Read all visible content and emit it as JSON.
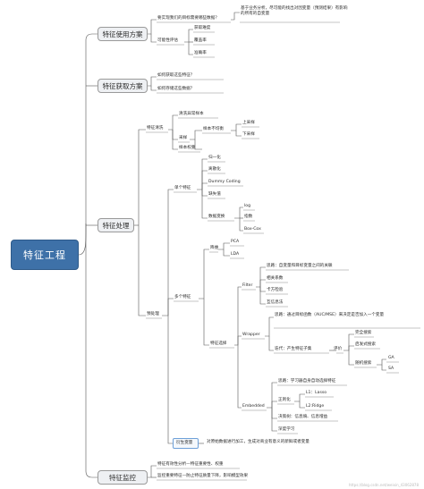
{
  "root": "特征工程",
  "branches": {
    "usage": {
      "label": "特征使用方案",
      "q1": "要实现我们的目标需要哪些数据？",
      "q1_note": "基于业务分析，尽可能的找出对因变量（预测结果）有影响的所有的自变量",
      "feasibility": "可能性评估",
      "feas_items": [
        "获取难度",
        "覆盖率",
        "准确率"
      ]
    },
    "acquire": {
      "label": "特征获取方案",
      "items": [
        "如何获取这些特征？",
        "如何存储这些数据？"
      ]
    },
    "process": {
      "label": "特征处理",
      "clean": {
        "label": "特征清洗",
        "abnormal": "清洗异常样本",
        "sampling": "采样",
        "imbalance": "样本不均衡",
        "up": "上采样",
        "down": "下采样",
        "weight": "样本权重"
      },
      "pre": {
        "label": "预处理",
        "single": {
          "label": "单个特征",
          "items": [
            "归一化",
            "离散化",
            "Dummy Coding",
            "缺失值"
          ],
          "transform": "数据变换",
          "transform_items": [
            "log",
            "指数",
            "Box-Cox"
          ]
        },
        "multi": {
          "label": "多个特征",
          "reduce": "降维",
          "reduce_items": [
            "PCA",
            "LDA"
          ],
          "select": "特征选择",
          "filter": {
            "label": "Filter",
            "idea": "思路：自变量和目标变量之间的关联",
            "items": [
              "相关系数",
              "卡方检验",
              "互信息法"
            ]
          },
          "wrapper": {
            "label": "Wrapper",
            "idea": "思路：通过目标函数（AUC/MSE）来决定是否加入一个变量",
            "iter": "迭代：产生特征子集",
            "evaluate": "评价",
            "search_items": [
              "完全搜索",
              "启发式搜索",
              "随机搜索"
            ],
            "random_items": [
              "GA",
              "SA"
            ]
          },
          "embedded": {
            "label": "Embedded",
            "idea": "思路：学习器自身自动选择特征",
            "regular": "正则化",
            "l1": "L1：Lasso",
            "l2": "L2:Ridge",
            "tree": "决策树：信息熵、信息增益",
            "deep": "深度学习"
          }
        },
        "derive": "衍生变量",
        "derive_note": "对原始数据进行加工，生成对商业有意义的新鲜或者变量"
      }
    },
    "monitor": {
      "label": "特征监控",
      "items": [
        "特征有效性分析—特征重要性、权重",
        "监控重要特征—防止特征质量下降，影响模型效果"
      ]
    }
  },
  "watermark": "https://blog.csdn.net/weixin_43062878"
}
